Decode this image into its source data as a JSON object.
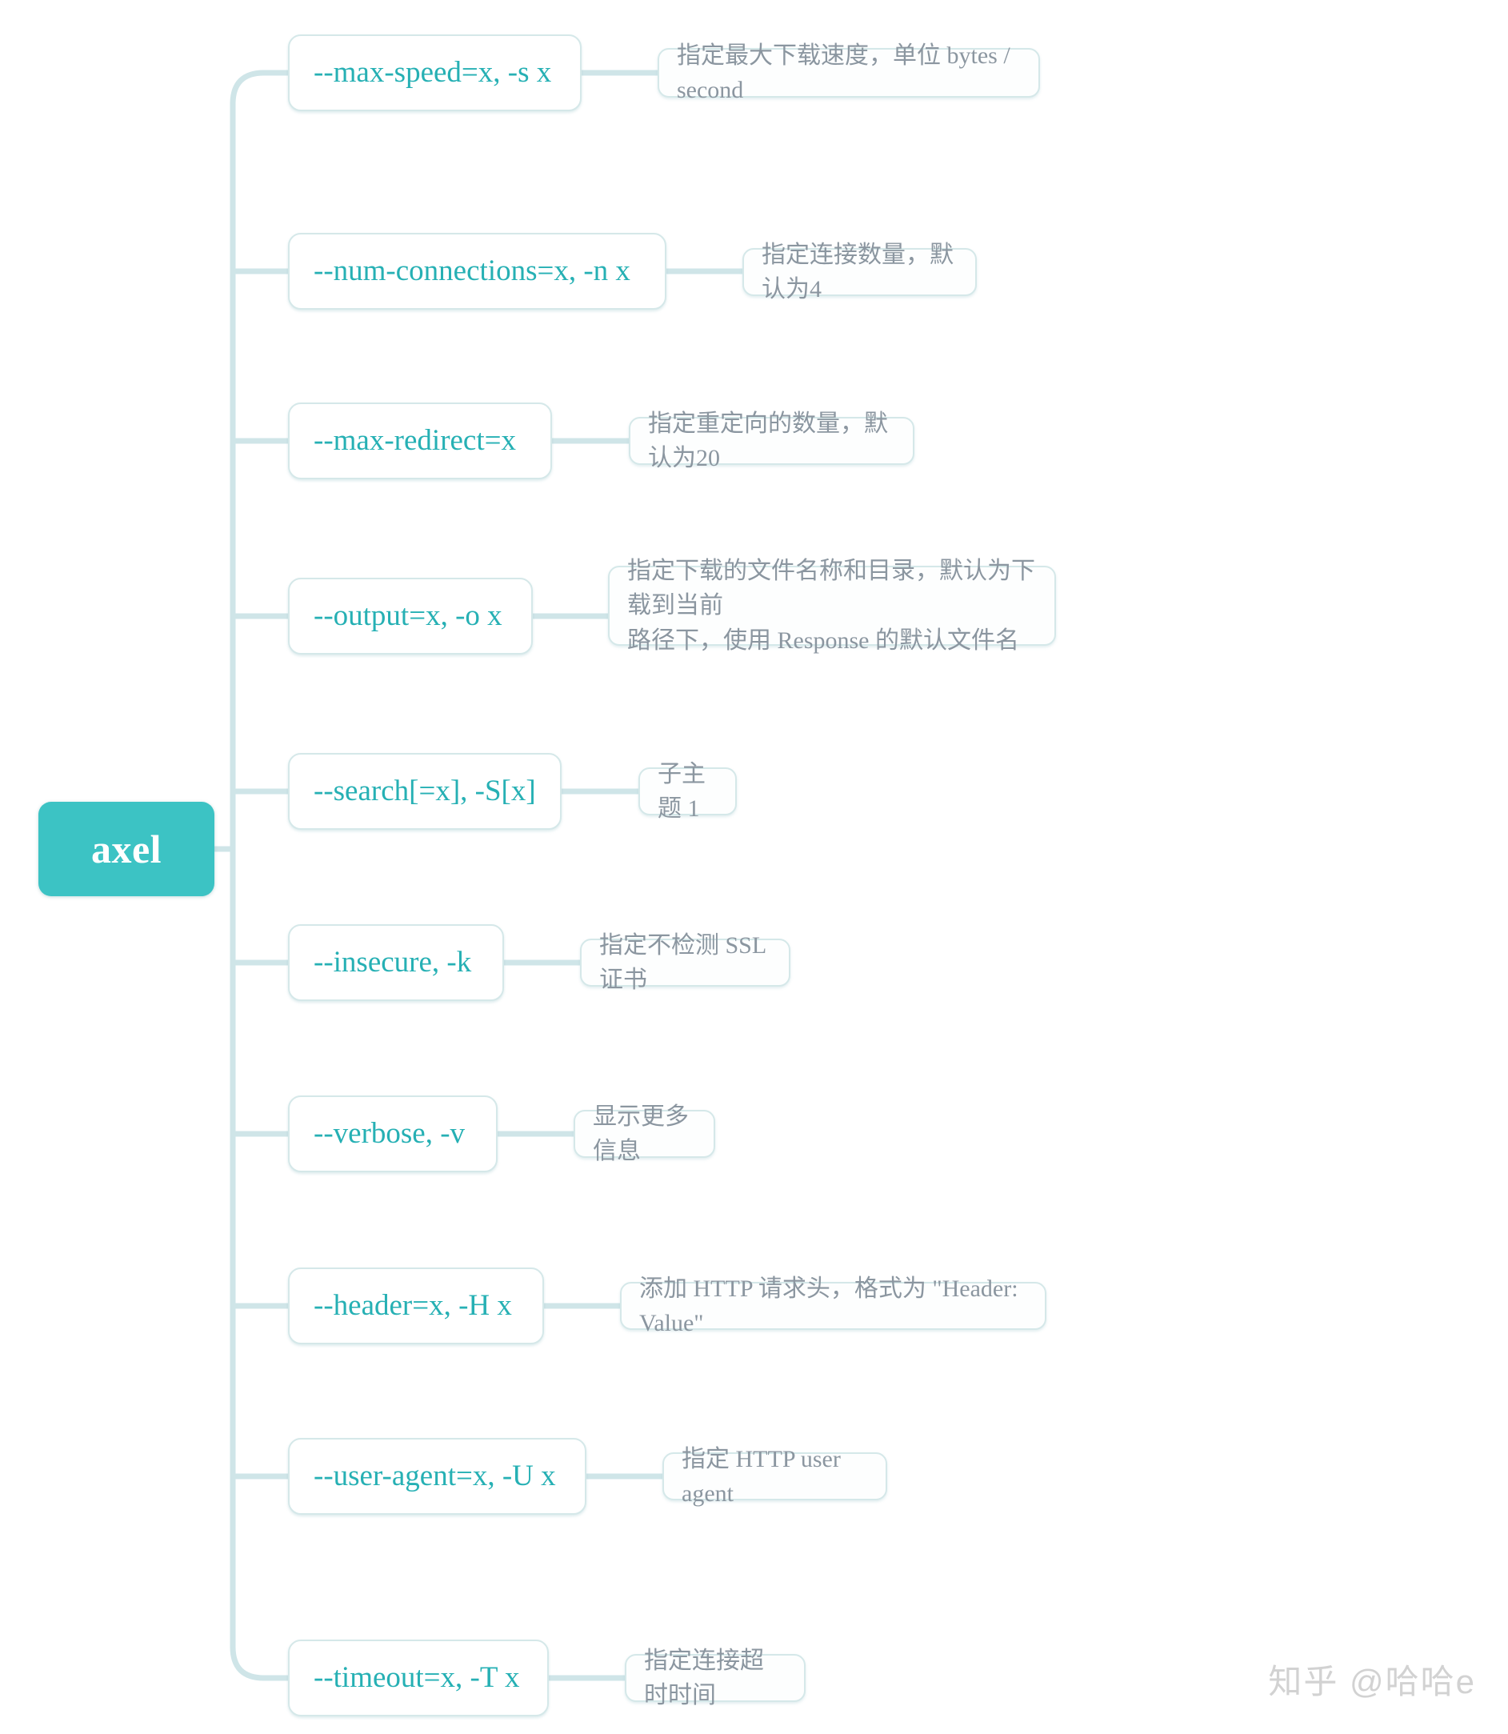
{
  "diagram": {
    "type": "mind-map",
    "root": {
      "label": "axel"
    },
    "accent_color": "#3cc3c4",
    "option_text_color": "#26b0b4",
    "description_text_color": "#8b96a0",
    "branch_line_color": "#cfe5e8",
    "branches": [
      {
        "option": "--max-speed=x, -s x",
        "description": "指定最大下载速度，单位 bytes / second"
      },
      {
        "option": "--num-connections=x, -n x",
        "description": "指定连接数量，默认为4"
      },
      {
        "option": "--max-redirect=x",
        "description": "指定重定向的数量，默认为20"
      },
      {
        "option": "--output=x, -o x",
        "description": "指定下载的文件名称和目录，默认为下载到当前\n路径下，使用 Response 的默认文件名"
      },
      {
        "option": "--search[=x], -S[x]",
        "description": "子主题 1"
      },
      {
        "option": "--insecure, -k",
        "description": "指定不检测 SSL 证书"
      },
      {
        "option": "--verbose, -v",
        "description": "显示更多信息"
      },
      {
        "option": "--header=x, -H x",
        "description": "添加 HTTP 请求头，格式为 \"Header: Value\""
      },
      {
        "option": "--user-agent=x, -U x",
        "description": "指定 HTTP user agent"
      },
      {
        "option": "--timeout=x, -T x",
        "description": "指定连接超时时间"
      }
    ]
  },
  "watermark": {
    "text": "知乎 @哈哈e"
  }
}
